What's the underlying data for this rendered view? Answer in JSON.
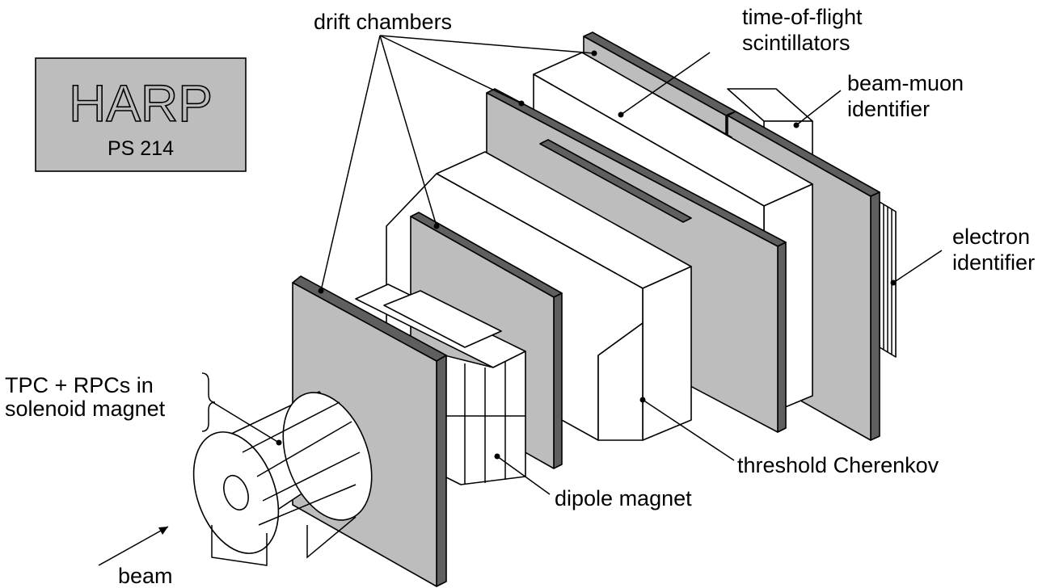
{
  "logo": {
    "title": "HARP",
    "subtitle": "PS 214"
  },
  "labels": {
    "drift_chambers": "drift chambers",
    "tof_line1": "time-of-flight",
    "tof_line2": "scintillators",
    "beam_muon_line1": "beam-muon",
    "beam_muon_line2": "identifier",
    "electron_line1": "electron",
    "electron_line2": "identifier",
    "tpc_line1": "TPC + RPCs in",
    "tpc_line2": "solenoid magnet",
    "threshold_cherenkov": "threshold Cherenkov",
    "dipole_magnet": "dipole magnet",
    "beam": "beam"
  },
  "colors": {
    "chamber_face": "#bdbdbd",
    "chamber_side": "#5f5f5f",
    "logo_bg": "#bdbdbd",
    "outline": "#000000",
    "white_block": "#ffffff"
  }
}
